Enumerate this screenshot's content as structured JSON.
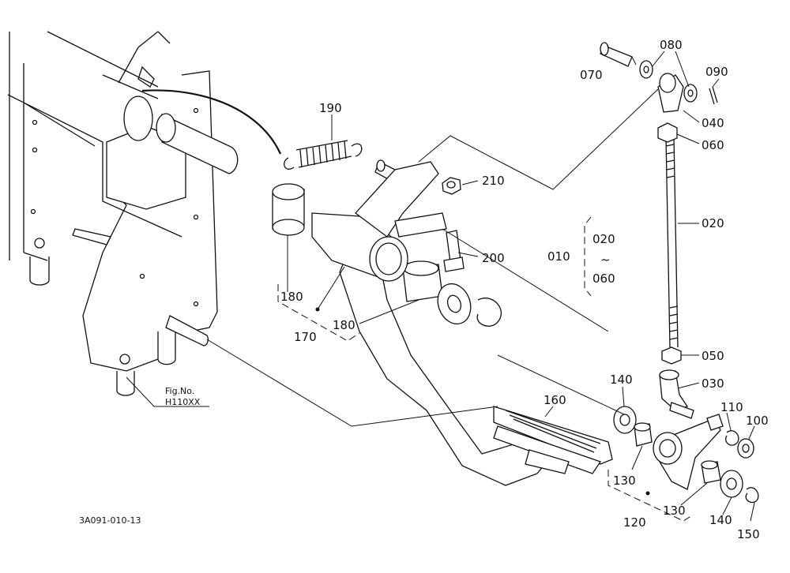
{
  "figure": {
    "drawing_number": "3A091-010-13",
    "fig_ref": {
      "line1": "Fig.No.",
      "line2": "H110XX"
    }
  },
  "labels": {
    "p010": "010",
    "p020": "020",
    "p020_range": "020",
    "range_sep": "~",
    "p060_range": "060",
    "p030": "030",
    "p040": "040",
    "p050": "050",
    "p060": "060",
    "p070": "070",
    "p080": "080",
    "p090": "090",
    "p100": "100",
    "p110": "110",
    "p120": "120",
    "p130a": "130",
    "p130b": "130",
    "p140a": "140",
    "p140b": "140",
    "p150": "150",
    "p160": "160",
    "p170": "170",
    "p180a": "180",
    "p180b": "180",
    "p190": "190",
    "p200": "200",
    "p210": "210"
  }
}
